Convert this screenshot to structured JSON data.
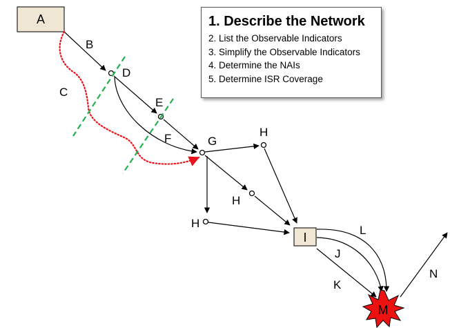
{
  "steps_box": {
    "title": "1. Describe the Network",
    "items": [
      "2. List the Observable Indicators",
      "3. Simplify  the Observable Indicators",
      "4. Determine the NAIs",
      "5. Determine ISR Coverage"
    ]
  },
  "labels": {
    "A": "A",
    "B": "B",
    "C": "C",
    "D": "D",
    "E": "E",
    "F": "F",
    "G": "G",
    "H1": "H",
    "H2": "H",
    "H3": "H",
    "I": "I",
    "J": "J",
    "K": "K",
    "L": "L",
    "M": "M",
    "N": "N"
  },
  "colors": {
    "box_fill": "#efe6d4",
    "line": "#000000",
    "dotted_path": "#e8141b",
    "dashed_line": "#22b14c",
    "burst": "#ee1111"
  }
}
